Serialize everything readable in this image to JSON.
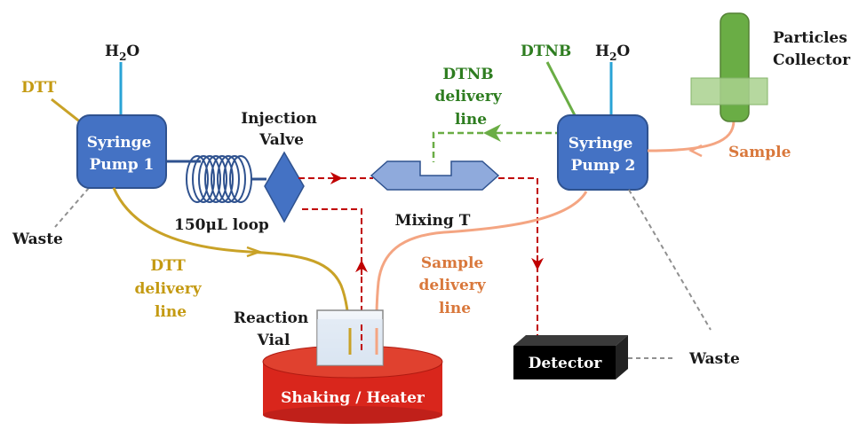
{
  "labels": {
    "dtt": "DTT",
    "h2o_left_main": "H",
    "h2o_left_sub": "2",
    "h2o_left_tail": "O",
    "syringe_pump_1_line1": "Syringe",
    "syringe_pump_1_line2": "Pump 1",
    "waste_left": "Waste",
    "injection_valve_line1": "Injection",
    "injection_valve_line2": "Valve",
    "loop": "150μL loop",
    "dtt_delivery_line1": "DTT",
    "dtt_delivery_line2": "delivery",
    "dtt_delivery_line3": "line",
    "reaction_vial_line1": "Reaction",
    "reaction_vial_line2": "Vial",
    "heater": "Shaking / Heater",
    "mixing_t": "Mixing T",
    "dtnb_delivery_line1": "DTNB",
    "dtnb_delivery_line2": "delivery",
    "dtnb_delivery_line3": "line",
    "dtnb": "DTNB",
    "h2o_right_main": "H",
    "h2o_right_sub": "2",
    "h2o_right_tail": "O",
    "syringe_pump_2_line1": "Syringe",
    "syringe_pump_2_line2": "Pump 2",
    "particles_collector_line1": "Particles",
    "particles_collector_line2": "Collector",
    "sample": "Sample",
    "sample_delivery_line1": "Sample",
    "sample_delivery_line2": "delivery",
    "sample_delivery_line3": "line",
    "detector": "Detector",
    "waste_right": "Waste"
  },
  "colors": {
    "pump_fill": "#4472c4",
    "pump_stroke": "#2f528f",
    "dtt_line": "#c9a227",
    "water_line": "#29a3d6",
    "dtnb_line": "#6aad45",
    "sample_line": "#f4a582",
    "reagent_line": "#c00000",
    "waste_line": "#808080",
    "heater_fill": "#d9261c",
    "detector_fill": "#000000"
  }
}
